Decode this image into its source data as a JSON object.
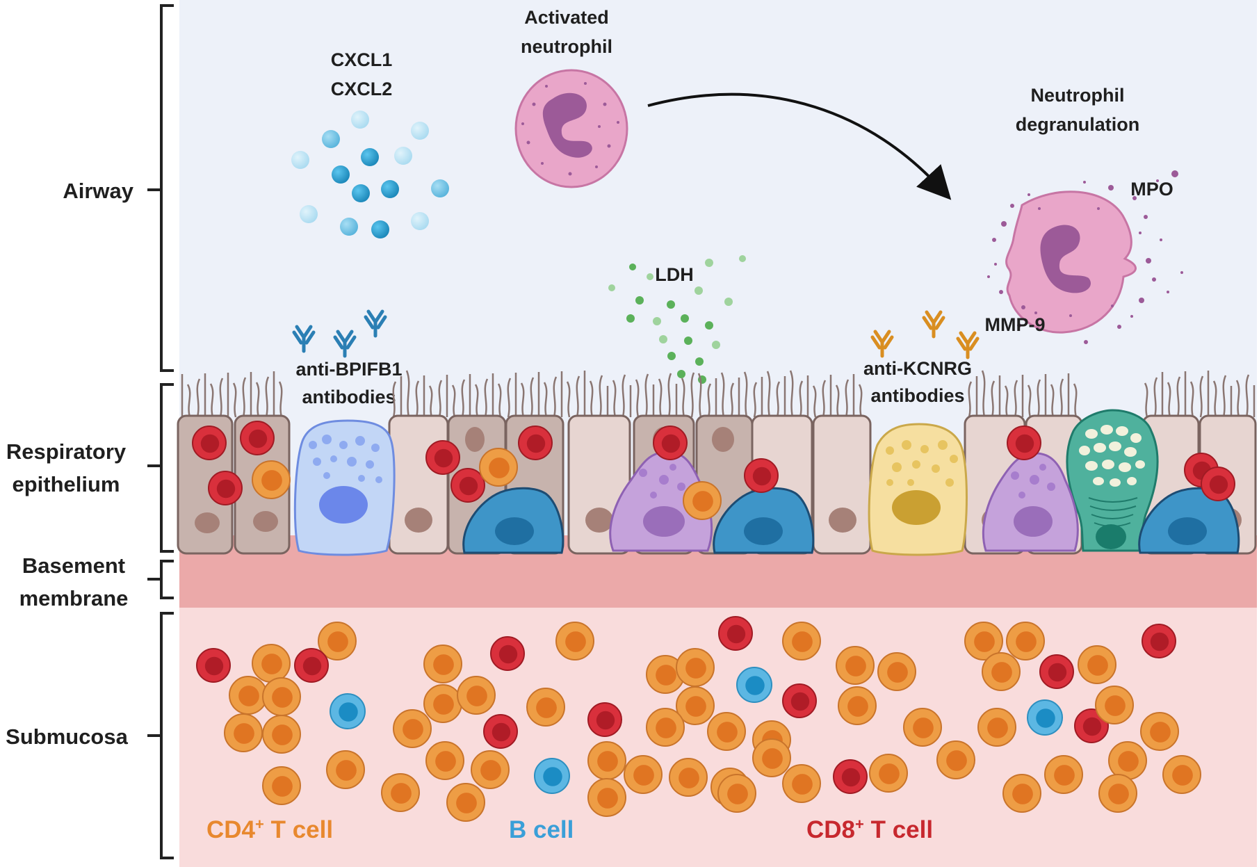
{
  "regions": {
    "airway": "Airway",
    "epithelium": [
      "Respiratory",
      "epithelium"
    ],
    "basement": [
      "Basement",
      "membrane"
    ],
    "submucosa": "Submucosa"
  },
  "annotations": {
    "chemokines": [
      "CXCL1",
      "CXCL2"
    ],
    "activated_neutrophil": [
      "Activated",
      "neutrophil"
    ],
    "degranulation": [
      "Neutrophil",
      "degranulation"
    ],
    "mpo": "MPO",
    "mmp9": "MMP-9",
    "ldh": "LDH",
    "anti_bpifb1": [
      "anti-BPIFB1",
      "antibodies"
    ],
    "anti_kcnrg": [
      "anti-KCNRG",
      "antibodies"
    ]
  },
  "legend": {
    "cd4": {
      "label": "CD4",
      "sup": "+",
      "suffix": " T cell",
      "color": "#e8882e"
    },
    "bcell": {
      "label": "B cell",
      "color": "#3a9fd8"
    },
    "cd8": {
      "label": "CD8",
      "sup": "+",
      "suffix": " T cell",
      "color": "#c7282e"
    }
  },
  "colors": {
    "airway_bg": "#edf1f9",
    "basement": "#eba9a9",
    "submucosa_bg": "#f9dcdc",
    "neutrophil": "#e9a6c9",
    "nucleus": "#9c5a98",
    "cd4_cell": "#ee9d45",
    "cd8_cell": "#d9303c",
    "b_cell": "#5cb7e3",
    "ldh": "#5bb15a",
    "anti_bpifb1": "#2b7fb4",
    "anti_kcnrg": "#d98e21"
  }
}
